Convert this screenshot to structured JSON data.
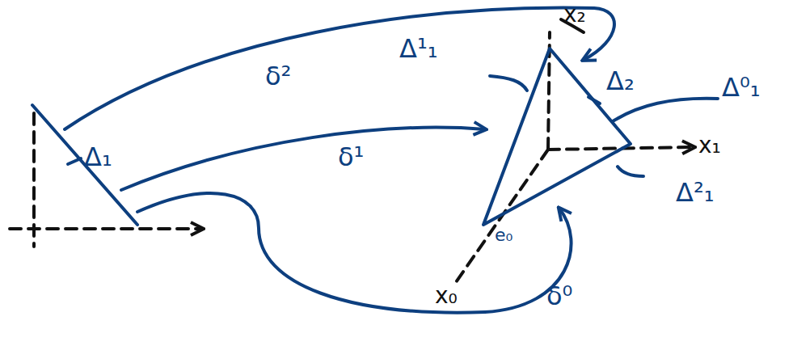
{
  "diagram": {
    "labels": [
      "x₂",
      "Δ¹₁",
      "δ²",
      "Δ₂",
      "Δ⁰₁",
      "Δ₁",
      "δ¹",
      "x₁",
      "Δ²₁",
      "e₀",
      "x₀",
      "δ⁰"
    ]
  }
}
